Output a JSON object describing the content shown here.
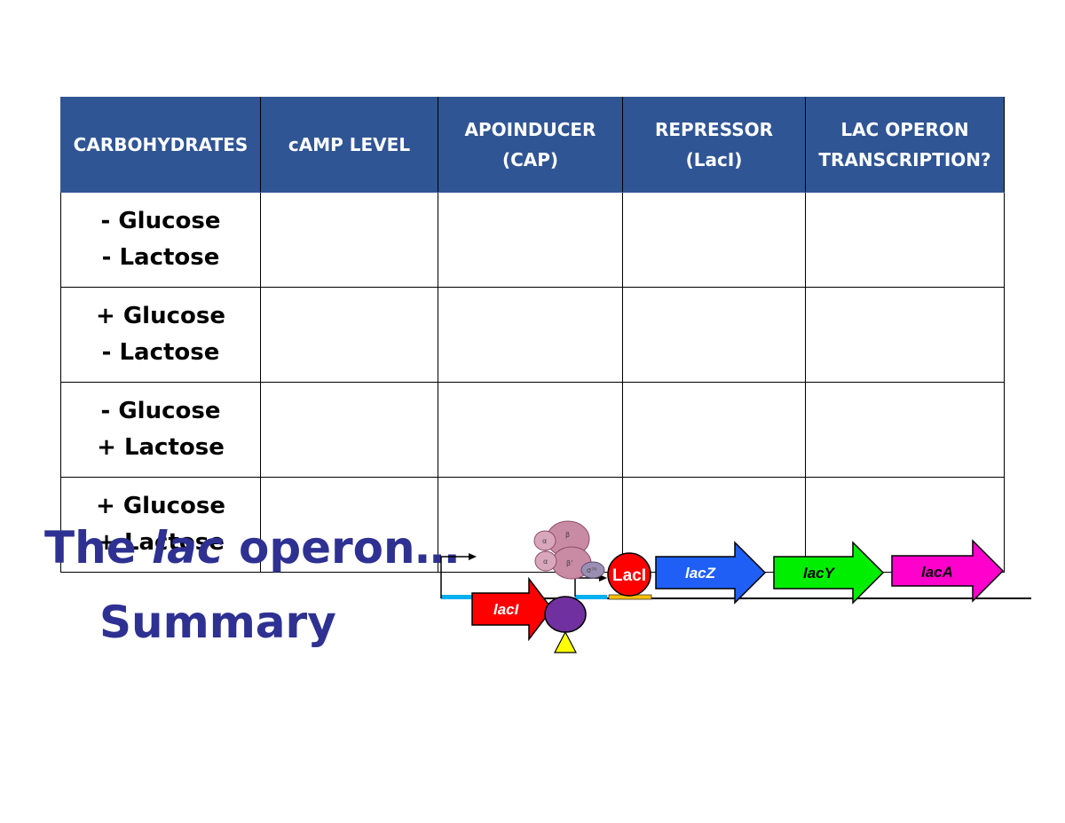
{
  "table": {
    "headers": [
      {
        "line1": "CARBOHYDRATES",
        "line2": ""
      },
      {
        "line1": "cAMP LEVEL",
        "line2": ""
      },
      {
        "line1": "APOINDUCER",
        "line2": "(CAP)"
      },
      {
        "line1": "REPRESSOR",
        "line2": "(LacI)"
      },
      {
        "line1": "LAC OPERON",
        "line2": "TRANSCRIPTION?"
      }
    ],
    "rows": [
      {
        "line1": "- Glucose",
        "line2": "- Lactose"
      },
      {
        "line1": "+ Glucose",
        "line2": "- Lactose"
      },
      {
        "line1": "- Glucose",
        "line2": "+ Lactose"
      },
      {
        "line1": "+ Glucose",
        "line2": "+ Lactose"
      }
    ]
  },
  "title": {
    "part1": "The ",
    "italic": "lac",
    "part2": " operon…",
    "line2": "Summary"
  },
  "diagram": {
    "genes": [
      {
        "label": "lacI",
        "color": "#ff0000"
      },
      {
        "label": "lacZ",
        "color": "#1f5ff5"
      },
      {
        "label": "lacY",
        "color": "#00ee00"
      },
      {
        "label": "lacA",
        "color": "#ff00cc"
      }
    ],
    "repressor_label": "LacI",
    "polymerase_subunits": [
      "α",
      "β",
      "α",
      "β'",
      "σ⁷⁰"
    ],
    "colors": {
      "cap": "#7030a0",
      "camp": "#ffff00",
      "repressor": "#ff0000",
      "promoter": "#00b0f0",
      "operator": "#ffc000",
      "header": "#2f5595",
      "title": "#2e3192"
    }
  }
}
